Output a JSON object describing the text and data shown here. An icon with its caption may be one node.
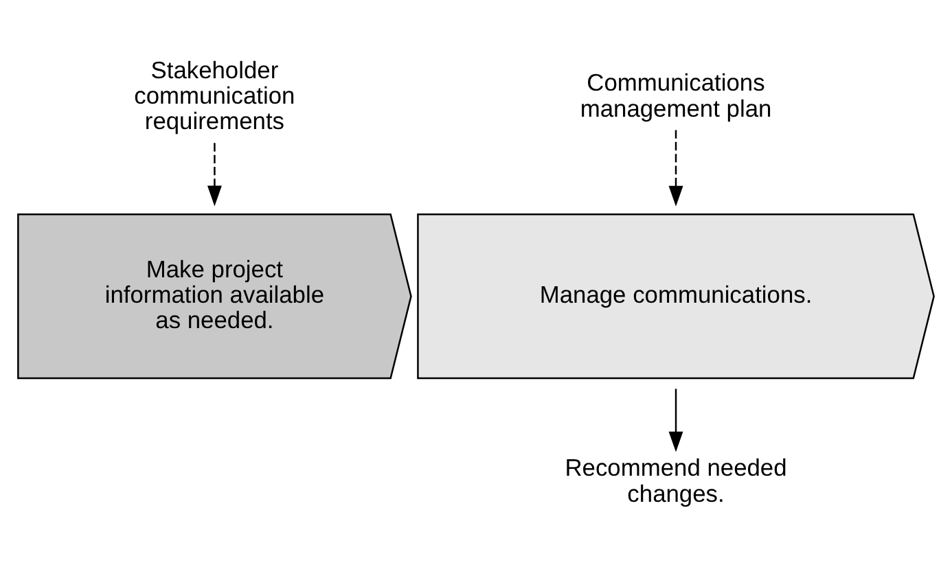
{
  "diagram": {
    "nodes": [
      {
        "text": [
          "Stakeholder communication requirements"
        ]
      },
      {
        "text": [
          "Communications management plan"
        ]
      },
      {
        "text": [
          "Make project information available as needed."
        ]
      },
      {
        "text": [
          "Manage communications."
        ]
      },
      {
        "text": [
          "Recommend needed changes."
        ]
      }
    ],
    "edges": [
      {
        "from": 0,
        "to": 2,
        "arrow": "to",
        "style": "dashed"
      },
      {
        "from": 1,
        "to": 3,
        "arrow": "to",
        "style": "dashed"
      },
      {
        "from": 3,
        "to": 4,
        "arrow": "to"
      }
    ]
  }
}
